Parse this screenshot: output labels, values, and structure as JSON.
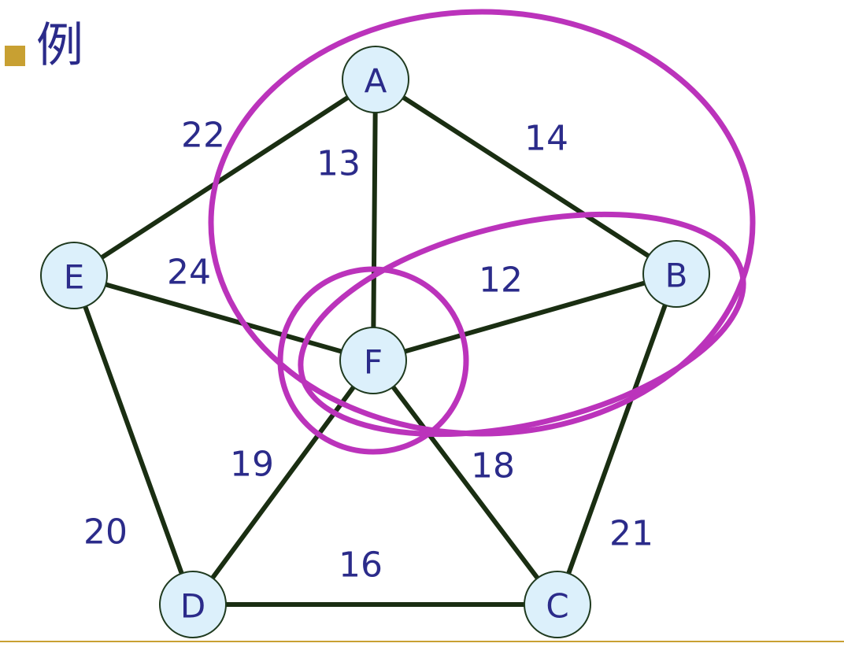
{
  "heading": "例",
  "colors": {
    "edge": "#1a2e12",
    "node_fill": "#dcf0fb",
    "cluster": "#bb33bb",
    "text": "#2b2b8a",
    "accent": "#c8a032"
  },
  "nodes": [
    {
      "id": "A",
      "label": "A"
    },
    {
      "id": "B",
      "label": "B"
    },
    {
      "id": "C",
      "label": "C"
    },
    {
      "id": "D",
      "label": "D"
    },
    {
      "id": "E",
      "label": "E"
    },
    {
      "id": "F",
      "label": "F"
    }
  ],
  "edges": [
    {
      "from": "A",
      "to": "E",
      "weight": "22"
    },
    {
      "from": "A",
      "to": "F",
      "weight": "13"
    },
    {
      "from": "A",
      "to": "B",
      "weight": "14"
    },
    {
      "from": "E",
      "to": "F",
      "weight": "24"
    },
    {
      "from": "F",
      "to": "B",
      "weight": "12"
    },
    {
      "from": "E",
      "to": "D",
      "weight": "20"
    },
    {
      "from": "F",
      "to": "D",
      "weight": "19"
    },
    {
      "from": "F",
      "to": "C",
      "weight": "18"
    },
    {
      "from": "B",
      "to": "C",
      "weight": "21"
    },
    {
      "from": "D",
      "to": "C",
      "weight": "16"
    }
  ],
  "clusters": [
    {
      "members": [
        "A",
        "B",
        "F"
      ]
    },
    {
      "members": [
        "B",
        "F"
      ]
    },
    {
      "members": [
        "F"
      ]
    }
  ]
}
